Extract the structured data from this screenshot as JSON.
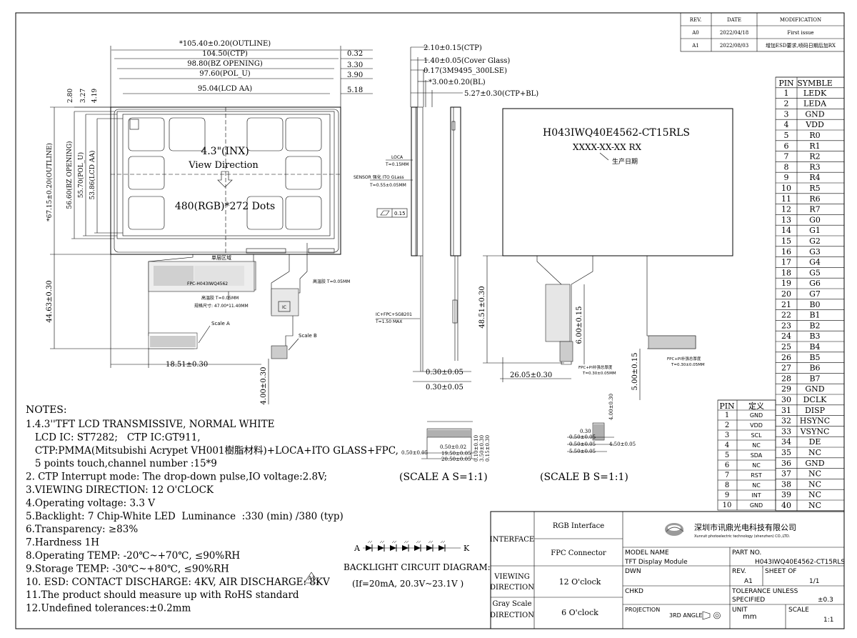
{
  "revision_table": {
    "headers": [
      "REV.",
      "DATE",
      "MODIFICATION"
    ],
    "rows": [
      [
        "A0",
        "2022/04/18",
        "First issue"
      ],
      [
        "A1",
        "2022/08/03",
        "增加ESD要求,喷码日期后加RX"
      ]
    ]
  },
  "front_view": {
    "dims_horizontal": [
      {
        "label": "*105.40±0.20(OUTLINE)",
        "right": "0.32"
      },
      {
        "label": "104.50(CTP)",
        "right": "3.30"
      },
      {
        "label": "98.80(BZ OPENING)",
        "right": "3.90"
      },
      {
        "label": "97.60(POL_U)",
        "right": "5.18"
      },
      {
        "label": "95.04(LCD AA)",
        "right": ""
      }
    ],
    "dims_top_left": [
      "2.80",
      "3.27",
      "4.19"
    ],
    "dims_vertical": [
      "*67.15±0.20(OUTLINE)",
      "56.60(BZ OPENING)",
      "55.70(POL_U)",
      "53.86(LCD AA)"
    ],
    "size_label": "4.3\"(INX)",
    "view_label": "View Direction",
    "resolution_label": "480(RGB)*272 Dots",
    "fpc_height": "44.63±0.30",
    "fpc_width": "18.51±0.30",
    "fpc_tail": "4.00±0.30",
    "single_layer": "单层区域",
    "fpc_part": "FPC-H043IWQ4562",
    "glue_note": "高温胶 T=0.05MM",
    "spec_note": "规格尺寸: 47.00*11.40MM",
    "glue_note2": "高温胶 T=0.05MM",
    "scale_a_label": "Scale A",
    "scale_b_label": "Scale B",
    "ic_label": "IC"
  },
  "side_view": {
    "dims": [
      "2.10±0.15(CTP)",
      "1.40±0.05(Cover Glass)",
      "0.17(3M9495_300LSE)",
      "*3.00±0.20(BL)",
      "5.27±0.30(CTP+BL)"
    ],
    "loca": "LOCA",
    "loca_t": "T=0.15MM",
    "sensor": "SENSOR 强化 ITO GLass",
    "sensor_t": "T=0.55±0.05MM",
    "flatness": "0.15",
    "ic_fpc": "IC+FPC+SG8201",
    "ic_fpc_t": "T=1.50 MAX",
    "bottom1": "0.30±0.05",
    "bottom2": "0.30±0.05"
  },
  "back_view": {
    "part_number": "H043IWQ40E4562-CT15RLS",
    "date_code": "XXXX-XX-XX RX",
    "date_note": "生产日期",
    "height": "48.51±0.30",
    "fpc_h": "6.00±0.15",
    "tail_h": "5.00±0.15",
    "width": "26.05±0.30",
    "fpc_note1": "FPC+PI补强总厚度",
    "fpc_note1_t": "T=0.30±0.05MM",
    "fpc_note2": "FPC+PI补强总厚度",
    "fpc_note2_t": "T=0.30±0.05MM"
  },
  "pin_table_main": {
    "headers": [
      "PIN",
      "SYMBLE"
    ],
    "pins": [
      [
        "1",
        "LEDK"
      ],
      [
        "2",
        "LEDA"
      ],
      [
        "3",
        "GND"
      ],
      [
        "4",
        "VDD"
      ],
      [
        "5",
        "R0"
      ],
      [
        "6",
        "R1"
      ],
      [
        "7",
        "R2"
      ],
      [
        "8",
        "R3"
      ],
      [
        "9",
        "R4"
      ],
      [
        "10",
        "R5"
      ],
      [
        "11",
        "R6"
      ],
      [
        "12",
        "R7"
      ],
      [
        "13",
        "G0"
      ],
      [
        "14",
        "G1"
      ],
      [
        "15",
        "G2"
      ],
      [
        "16",
        "G3"
      ],
      [
        "17",
        "G4"
      ],
      [
        "18",
        "G5"
      ],
      [
        "19",
        "G6"
      ],
      [
        "20",
        "G7"
      ],
      [
        "21",
        "B0"
      ],
      [
        "22",
        "B1"
      ],
      [
        "23",
        "B2"
      ],
      [
        "24",
        "B3"
      ],
      [
        "25",
        "B4"
      ],
      [
        "26",
        "B5"
      ],
      [
        "27",
        "B6"
      ],
      [
        "28",
        "B7"
      ],
      [
        "29",
        "GND"
      ],
      [
        "30",
        "DCLK"
      ],
      [
        "31",
        "DISP"
      ],
      [
        "32",
        "HSYNC"
      ],
      [
        "33",
        "VSYNC"
      ],
      [
        "34",
        "DE"
      ],
      [
        "35",
        "NC"
      ],
      [
        "36",
        "GND"
      ],
      [
        "37",
        "NC"
      ],
      [
        "38",
        "NC"
      ],
      [
        "39",
        "NC"
      ],
      [
        "40",
        "NC"
      ]
    ]
  },
  "pin_table_ctp": {
    "headers": [
      "PIN",
      "定义"
    ],
    "pins": [
      [
        "1",
        "GND"
      ],
      [
        "2",
        "VDD"
      ],
      [
        "3",
        "SCL"
      ],
      [
        "4",
        "NC"
      ],
      [
        "5",
        "SDA"
      ],
      [
        "6",
        "NC"
      ],
      [
        "7",
        "RST"
      ],
      [
        "8",
        "NC"
      ],
      [
        "9",
        "INT"
      ],
      [
        "10",
        "GND"
      ]
    ]
  },
  "scale_a": {
    "label": "(SCALE  A   S=1:1)",
    "dims": [
      "0.50±0.05",
      "0.50±0.02",
      "19.50±0.05",
      "20.50±0.05",
      "0.10±0.10",
      "3.50±0.30",
      "0.15±0.30"
    ]
  },
  "scale_b": {
    "label": "(SCALE  B   S=1:1)",
    "dims": [
      "0.30",
      "0.50±0.05",
      "0.50±0.05",
      "5.50±0.05",
      "4.50±0.05",
      "4.00±0.30"
    ]
  },
  "notes": {
    "title": "NOTES:",
    "lines": [
      "1.4.3''TFT LCD TRANSMISSIVE, NORMAL WHITE",
      "   LCD IC: ST7282;   CTP IC:GT911,",
      "   CTP:PMMA(Mitsubishi Acrypet VH001樹脂材料)+LOCA+ITO GLASS+FPC,",
      "   5 points touch,channel number :15*9",
      "2. CTP Interrupt mode: The drop-down pulse,IO voltage:2.8V;",
      "3.VIEWING DIRECTION: 12 O'CLOCK",
      "4.Operating voltage: 3.3 V",
      "5.Backlight: 7 Chip-White LED  Luminance  :330 (min) /380 (typ)",
      "6.Transparency: ≥83%",
      "7.Hardness 1H",
      "8.Operating TEMP: -20℃~+70℃, ≤90%RH",
      "9.Storage TEMP: -30℃~+80℃, ≤90%RH",
      "10. ESD: CONTACT DISCHARGE: 4KV, AIR DISCHARGE: 8KV",
      "11.The product should measure up with RoHS standard",
      "12.Undefined tolerances:±0.2mm"
    ],
    "rev_mark": "A1"
  },
  "backlight": {
    "anode": "A",
    "cathode": "K",
    "title": "BACKLIGHT CIRCUIT DIAGRAM:",
    "spec": "(If=20mA, 20.3V~23.1V )"
  },
  "title_block": {
    "interface": "INTERFACE",
    "rgb": "RGB Interface",
    "fpc": "FPC Connector",
    "viewing": "VIEWING",
    "direction": "DIRECTION",
    "view_val": "12 O'clock",
    "gray": "Gray Scale",
    "gray_dir": "DIRECTION",
    "gray_val": "6 O'clock",
    "company_cn": "深圳市讯鼎光电科技有限公司",
    "company_en": "Xunruit photoelectric technology (shenzhen) CO.,LTD.",
    "model_name_label": "MODEL NAME",
    "model_name": "TFT Display Module",
    "part_no_label": "PART NO.",
    "part_no": "H043IWQ40E4562-CT15RLS",
    "dwn": "DWN",
    "rev_label": "REV.",
    "rev": "A1",
    "sheet_label": "SHEET OF",
    "sheet": "1/1",
    "chkd": "CHKD",
    "tol_label": "TOLERANCE UNLESS",
    "tol_spec": "SPECIFIED",
    "tol": "±0.3",
    "projection": "PROJECTION",
    "angle": "3RD ANGLE",
    "unit_label": "UNIT",
    "unit": "mm",
    "scale_label": "SCALE",
    "scale": "1:1"
  }
}
